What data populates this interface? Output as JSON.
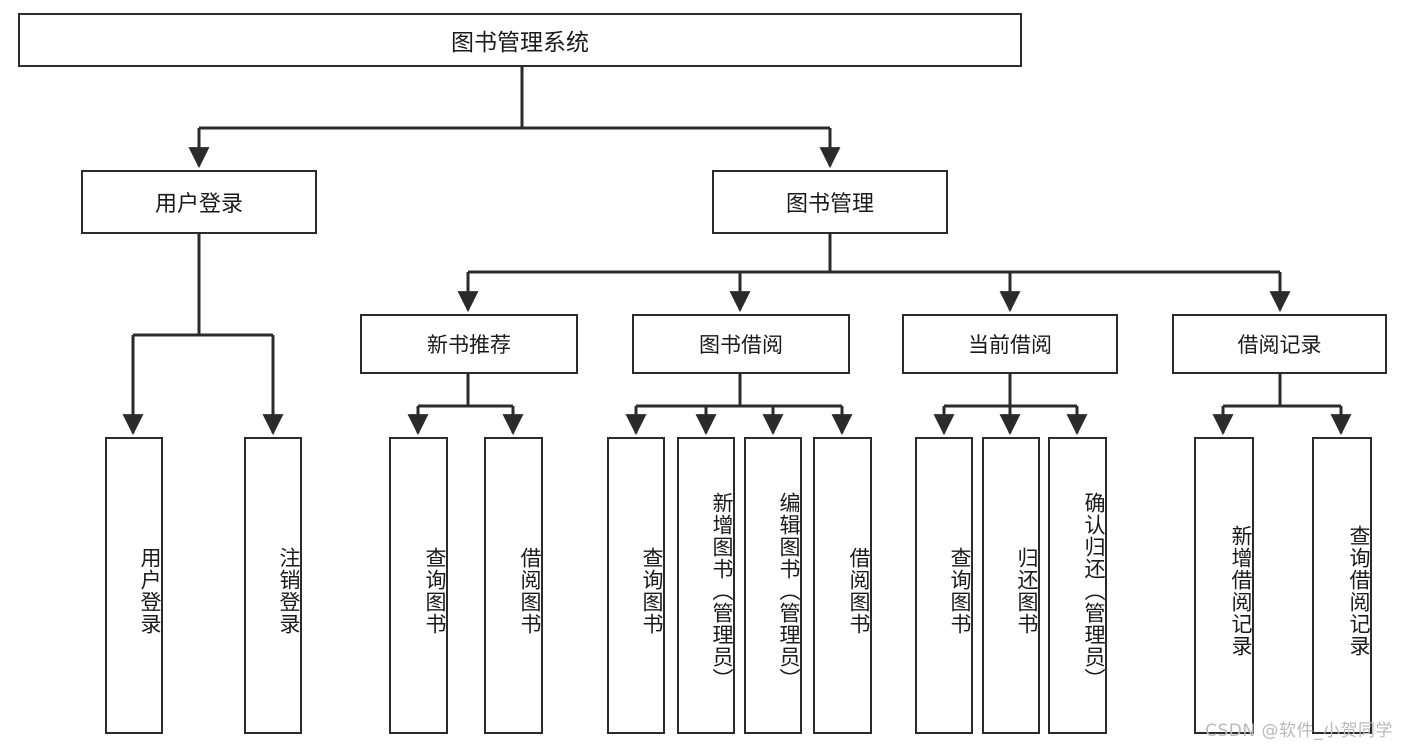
{
  "diagram": {
    "title": "图书管理系统",
    "type": "tree",
    "orientation": "top-down",
    "colors": {
      "box_border": "#2b2b2b",
      "box_fill": "#ffffff",
      "connector": "#2b2b2b",
      "text": "#1a1a1a",
      "watermark": "#b9b9b9",
      "background": "#ffffff"
    }
  },
  "watermark": {
    "text": "CSDN @软件_小贺同学"
  },
  "nodes": {
    "root": {
      "id": "root",
      "label": "图书管理系统",
      "level": 0
    },
    "level1": [
      {
        "id": "user-login",
        "label": "用户登录",
        "level": 1
      },
      {
        "id": "book-management",
        "label": "图书管理",
        "level": 1
      }
    ],
    "level2": [
      {
        "id": "new-book-recommend",
        "label": "新书推荐",
        "level": 2,
        "parent": "book-management"
      },
      {
        "id": "book-borrow",
        "label": "图书借阅",
        "level": 2,
        "parent": "book-management"
      },
      {
        "id": "current-borrow",
        "label": "当前借阅",
        "level": 2,
        "parent": "book-management"
      },
      {
        "id": "borrow-record",
        "label": "借阅记录",
        "level": 2,
        "parent": "book-management"
      }
    ],
    "leaves": [
      {
        "id": "leaf-user-login",
        "label": "用户登录",
        "parent": "user-login"
      },
      {
        "id": "leaf-logout",
        "label": "注销登录",
        "parent": "user-login"
      },
      {
        "id": "leaf-query-book-1",
        "label": "查询图书",
        "parent": "new-book-recommend"
      },
      {
        "id": "leaf-borrow-book-1",
        "label": "借阅图书",
        "parent": "new-book-recommend"
      },
      {
        "id": "leaf-query-book-2",
        "label": "查询图书",
        "parent": "book-borrow"
      },
      {
        "id": "leaf-add-book",
        "label": "新增图书（管理员）",
        "parent": "book-borrow"
      },
      {
        "id": "leaf-edit-book",
        "label": "编辑图书（管理员）",
        "parent": "book-borrow"
      },
      {
        "id": "leaf-borrow-book-2",
        "label": "借阅图书",
        "parent": "book-borrow"
      },
      {
        "id": "leaf-query-book-3",
        "label": "查询图书",
        "parent": "current-borrow"
      },
      {
        "id": "leaf-return-book",
        "label": "归还图书",
        "parent": "current-borrow"
      },
      {
        "id": "leaf-confirm-return",
        "label": "确认归还（管理员）",
        "parent": "current-borrow"
      },
      {
        "id": "leaf-add-record",
        "label": "新增借阅记录",
        "parent": "borrow-record"
      },
      {
        "id": "leaf-query-record",
        "label": "查询借阅记录",
        "parent": "borrow-record"
      }
    ]
  }
}
